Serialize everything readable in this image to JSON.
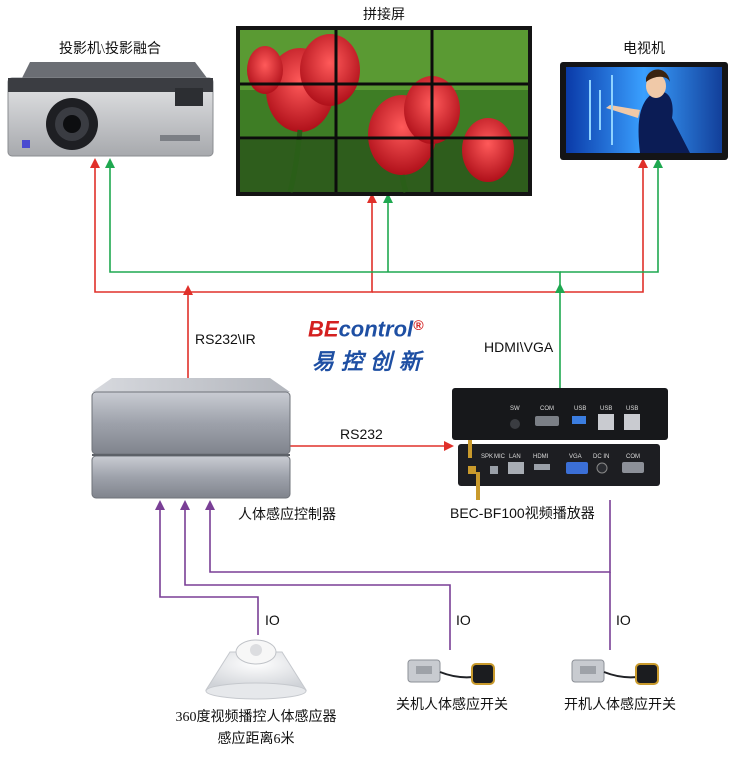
{
  "devices": {
    "projector_label": "投影机\\投影融合",
    "videowall_label": "拼接屏",
    "tv_label": "电视机",
    "controller_label": "人体感应控制器",
    "player_label": "BEC-BF100视频播放器",
    "sensor360_label_line1": "360度视频播控人体感应器",
    "sensor360_label_line2": "感应距离6米",
    "off_switch_label": "关机人体感应开关",
    "on_switch_label": "开机人体感应开关"
  },
  "connections": {
    "rs232_ir": "RS232\\IR",
    "hdmi_vga": "HDMI\\VGA",
    "rs232": "RS232",
    "io_1": "IO",
    "io_2": "IO",
    "io_3": "IO"
  },
  "brand": {
    "name_part1": "BE",
    "name_part2": "control",
    "registered": "®",
    "chinese": "易控创新"
  },
  "player_ports": {
    "top_sw": "SW",
    "top_com": "COM",
    "top_usb1": "USB",
    "top_usb2": "USB",
    "top_usb3": "USB",
    "bot_spk": "SPK",
    "bot_mic": "MIC",
    "bot_lan": "LAN",
    "bot_hdmi": "HDMI",
    "bot_vga": "VGA",
    "bot_dcin": "DC IN",
    "bot_com": "COM"
  },
  "colors": {
    "red_line": "#e0302a",
    "green_line": "#1fa850",
    "purple_line": "#7a3f96"
  }
}
